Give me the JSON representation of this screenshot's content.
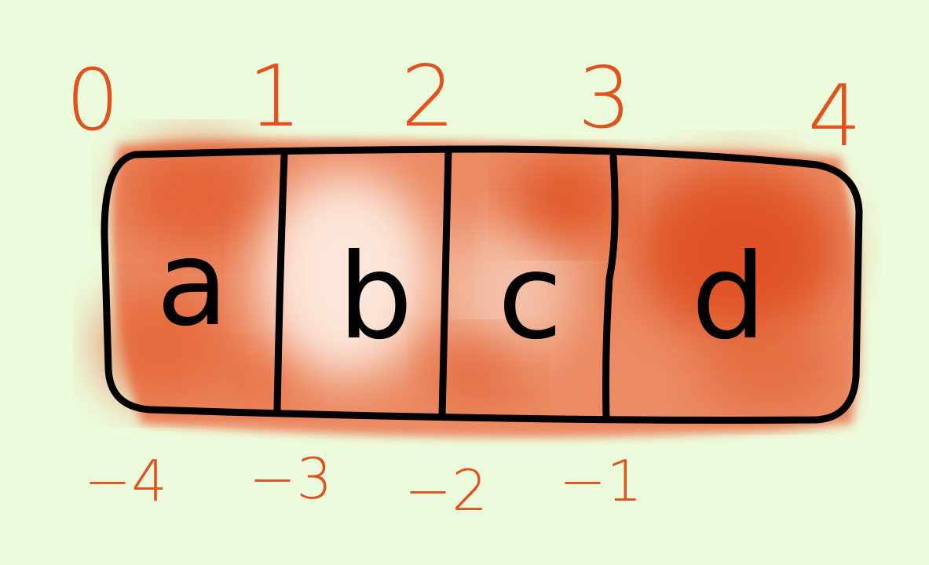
{
  "colors": {
    "background": "#ecfbdc",
    "index_text": "#e0531f",
    "wash": "#e8683a",
    "outline": "#000000"
  },
  "diagram": {
    "cells": [
      "a",
      "b",
      "c",
      "d"
    ],
    "positive_indices": [
      "0",
      "1",
      "2",
      "3",
      "4"
    ],
    "negative_indices": [
      "−4",
      "−3",
      "−2",
      "−1"
    ]
  }
}
